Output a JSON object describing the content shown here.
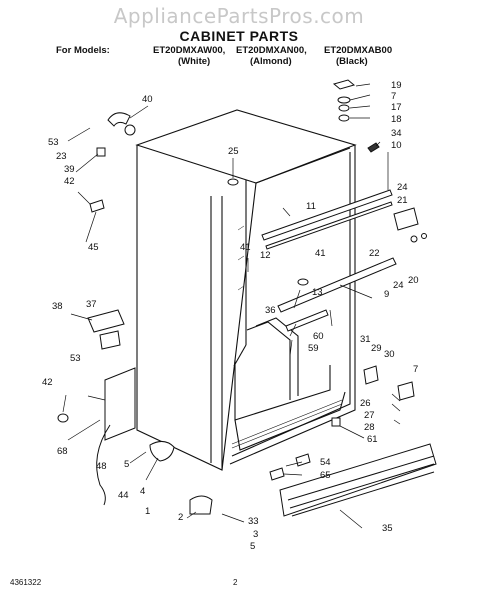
{
  "watermark": "AppliancePartsPros.com",
  "title": "CABINET PARTS",
  "models_label": "For Models:",
  "models": [
    "ET20DMXAW00,",
    "ET20DMXAN00,",
    "ET20DMXAB00"
  ],
  "colors": [
    "(White)",
    "(Almond)",
    "(Black)"
  ],
  "callouts": [
    "19",
    "7",
    "17",
    "18",
    "34",
    "10",
    "40",
    "53",
    "23",
    "39",
    "42",
    "45",
    "25",
    "11",
    "24",
    "21",
    "22",
    "12",
    "41",
    "41",
    "20",
    "24",
    "13",
    "9",
    "38",
    "37",
    "36",
    "60",
    "59",
    "53",
    "31",
    "29",
    "30",
    "7",
    "42",
    "26",
    "27",
    "28",
    "61",
    "68",
    "5",
    "48",
    "4",
    "44",
    "54",
    "65",
    "1",
    "2",
    "33",
    "3",
    "5",
    "35"
  ],
  "footer": {
    "left": "4361322",
    "page": "2"
  }
}
